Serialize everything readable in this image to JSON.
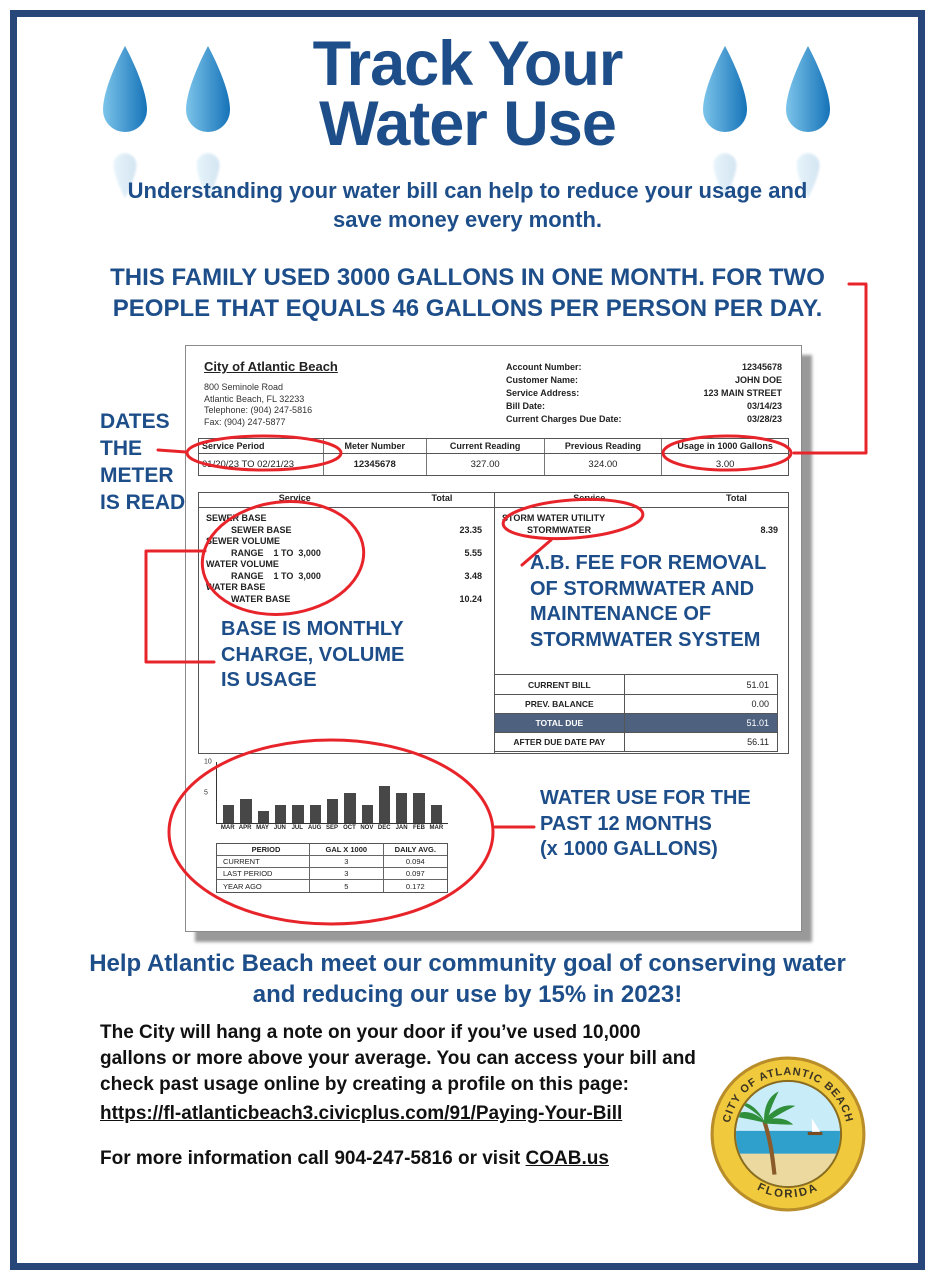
{
  "page": {
    "title_line1": "Track Your",
    "title_line2": "Water Use",
    "subtitle": "Understanding your water bill can help to reduce your usage and save money every month.",
    "claim_line1": "THIS FAMILY USED 3000 GALLONS IN ONE MONTH. FOR TWO",
    "claim_line2": "PEOPLE THAT EQUALS 46 GALLONS PER PERSON PER DAY."
  },
  "colors": {
    "navy": "#1d4e89",
    "frame_blue": "#27477b",
    "annotation_red": "#e8242b",
    "drop_blue": "#2a8fd0",
    "total_due_row_bg": "#4e6280"
  },
  "annotations": {
    "dates_label": "DATES\nTHE\nMETER\nIS READ",
    "base_label": "BASE IS MONTHLY\nCHARGE, VOLUME\nIS USAGE",
    "ab_fee_label": "A.B. FEE FOR REMOVAL\nOF STORMWATER AND\nMAINTENANCE OF\nSTORMWATER SYSTEM",
    "water_use_label": "WATER USE FOR THE\nPAST 12 MONTHS\n(x 1000 GALLONS)"
  },
  "bill": {
    "utility_name": "City of Atlantic Beach",
    "address_lines": [
      "800 Seminole Road",
      "Atlantic Beach, FL 32233",
      "Telephone: (904) 247-5816",
      "Fax: (904) 247-5877"
    ],
    "account_fields": [
      {
        "label": "Account Number:",
        "value": "12345678"
      },
      {
        "label": "Customer Name:",
        "value": "JOHN DOE"
      },
      {
        "label": "Service Address:",
        "value": "123 MAIN STREET"
      },
      {
        "label": "Bill Date:",
        "value": "03/14/23"
      },
      {
        "label": "Current Charges Due Date:",
        "value": "03/28/23"
      }
    ],
    "meter_table": {
      "headers": [
        "Service Period",
        "Meter Number",
        "Current Reading",
        "Previous Reading",
        "Usage in 1000 Gallons"
      ],
      "row": [
        "01/20/23 TO 02/21/23",
        "12345678",
        "327.00",
        "324.00",
        "3.00"
      ]
    },
    "service_headers": {
      "service": "Service",
      "total": "Total"
    },
    "services_left": [
      {
        "group": "SEWER BASE",
        "item": "SEWER BASE",
        "total": "23.35"
      },
      {
        "group": "SEWER VOLUME",
        "item": "RANGE    1 TO  3,000",
        "total": "5.55"
      },
      {
        "group": "WATER VOLUME",
        "item": "RANGE    1 TO  3,000",
        "total": "3.48"
      },
      {
        "group": "WATER BASE",
        "item": "WATER BASE",
        "total": "10.24"
      }
    ],
    "services_right": [
      {
        "group": "STORM WATER UTILITY",
        "item": "STORMWATER",
        "total": "8.39"
      }
    ],
    "summary_rows": [
      {
        "label": "CURRENT BILL",
        "value": "51.01"
      },
      {
        "label": "PREV. BALANCE",
        "value": "0.00"
      },
      {
        "label": "TOTAL DUE",
        "value": "51.01"
      },
      {
        "label": "AFTER DUE DATE PAY",
        "value": "56.11"
      }
    ],
    "usage_table": {
      "headers": [
        "PERIOD",
        "GAL X 1000",
        "DAILY AVG."
      ],
      "rows": [
        [
          "CURRENT",
          "3",
          "0.094"
        ],
        [
          "LAST PERIOD",
          "3",
          "0.097"
        ],
        [
          "YEAR AGO",
          "5",
          "0.172"
        ]
      ]
    }
  },
  "chart_data": {
    "type": "bar",
    "title": "",
    "xlabel": "",
    "ylabel": "Usage in 1000 gallons",
    "categories": [
      "MAR",
      "APR",
      "MAY",
      "JUN",
      "JUL",
      "AUG",
      "SEP",
      "OCT",
      "NOV",
      "DEC",
      "JAN",
      "FEB",
      "MAR"
    ],
    "values": [
      3,
      4,
      2,
      3,
      3,
      3,
      4,
      5,
      3,
      6,
      5,
      5,
      3
    ],
    "ylim": [
      0,
      10
    ],
    "yticks": [
      "10",
      "5"
    ],
    "grid": false,
    "legend": "none"
  },
  "footer": {
    "goal": "Help Atlantic Beach meet our community goal of conserving water and reducing our use by 15% in 2023!",
    "body": "The City will hang a note on your door if you’ve used 10,000 gallons or more above your average. You can access your bill and check past usage online by creating a profile on this page:",
    "link": "https://fl-atlanticbeach3.civicplus.com/91/Paying-Your-Bill",
    "more_info_prefix": "For more information call 904-247-5816 or visit ",
    "more_info_link": "COAB.us"
  },
  "logo": {
    "top": "CITY OF ATLANTIC BEACH",
    "bottom": "FLORIDA"
  }
}
